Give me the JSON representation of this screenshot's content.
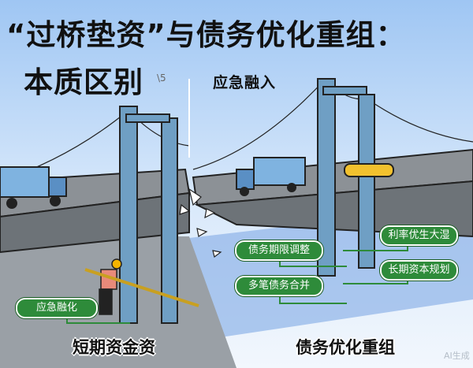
{
  "title": {
    "line1": "“过桥垫资”与债务优化重组：",
    "line2": "本质区别",
    "mark": "\\5"
  },
  "subtitle": "应急融入",
  "left_section": {
    "label": "短期资金资",
    "tags": [
      "应急融化"
    ]
  },
  "right_section": {
    "label": "债务优化重组",
    "tags": [
      "债务期限调整",
      "多笔债务合并",
      "利率优生大湿",
      "长期资本规划"
    ]
  },
  "watermark": "AI生成",
  "colors": {
    "tag_green": "#2e8b3a",
    "pillar_blue": "#6f9fc4",
    "sky": "#a9cdf5",
    "road": "#8c9196"
  }
}
